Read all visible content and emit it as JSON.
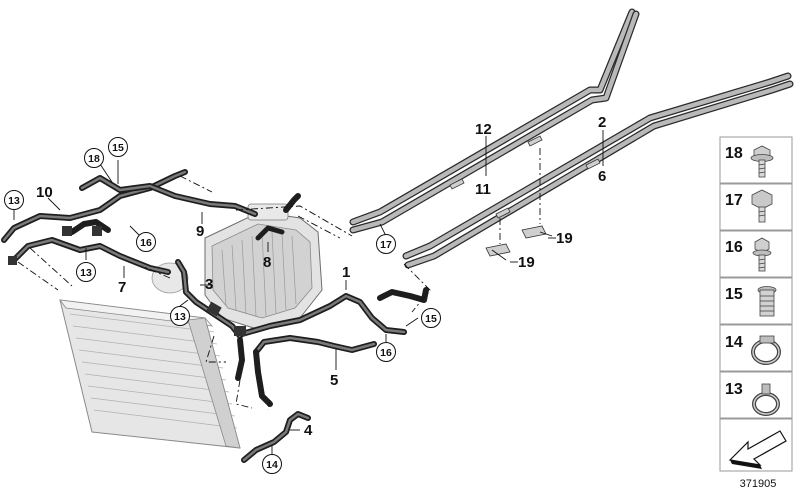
{
  "diagram": {
    "reference_number": "371905",
    "callouts": {
      "c1": "1",
      "c2": "2",
      "c3": "3",
      "c4": "4",
      "c5": "5",
      "c6": "6",
      "c7": "7",
      "c8": "8",
      "c9": "9",
      "c10": "10",
      "c11": "11",
      "c12": "12",
      "c19a": "19",
      "c19b": "19"
    },
    "circled_callouts": {
      "r13a": "13",
      "r13b": "13",
      "r13c": "13",
      "r14": "14",
      "r15a": "15",
      "r15b": "15",
      "r16a": "16",
      "r16b": "16",
      "r17": "17",
      "r18": "18"
    },
    "legend": [
      {
        "id": "l18",
        "number": "18",
        "icon": "flange-bolt-icon"
      },
      {
        "id": "l17",
        "number": "17",
        "icon": "hex-bolt-icon"
      },
      {
        "id": "l16",
        "number": "16",
        "icon": "collar-bolt-icon"
      },
      {
        "id": "l15",
        "number": "15",
        "icon": "rivet-nut-icon"
      },
      {
        "id": "l14",
        "number": "14",
        "icon": "hose-clamp-icon"
      },
      {
        "id": "l13",
        "number": "13",
        "icon": "spring-clamp-icon"
      }
    ],
    "colors": {
      "line": "#1e1e1e",
      "part_fill": "#d6d6d6",
      "panel_border": "#9a9a9a"
    }
  }
}
